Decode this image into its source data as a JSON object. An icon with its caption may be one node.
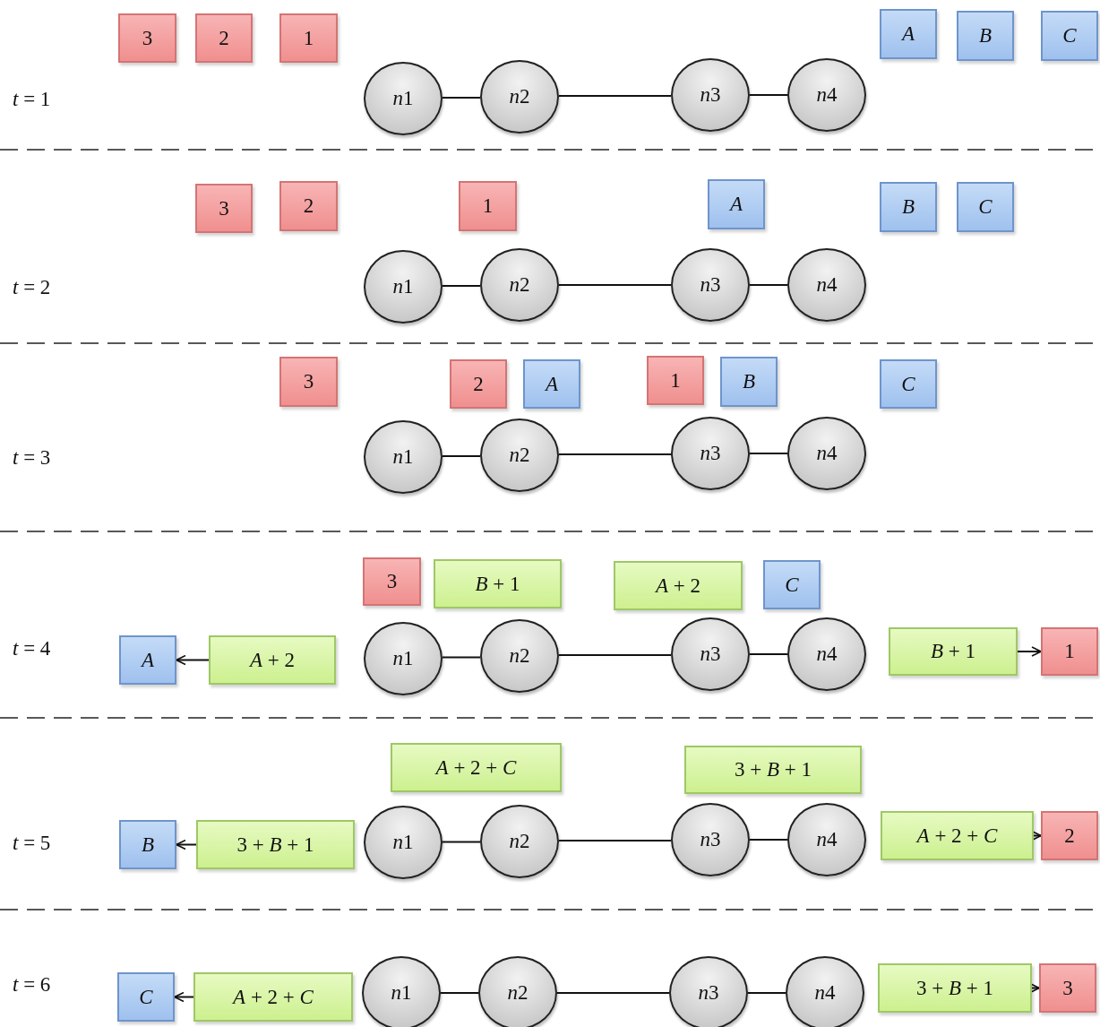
{
  "diagram": {
    "nodes": [
      {
        "text": [
          "3"
        ]
      },
      {
        "text": [
          "2"
        ]
      },
      {
        "text": [
          "1"
        ]
      },
      {
        "text": [
          "A"
        ]
      },
      {
        "text": [
          "B"
        ]
      },
      {
        "text": [
          "C"
        ]
      },
      {
        "text": [
          "n1"
        ]
      },
      {
        "text": [
          "n2"
        ]
      },
      {
        "text": [
          "n3"
        ]
      },
      {
        "text": [
          "n4"
        ]
      },
      {
        "text": [
          "3"
        ]
      },
      {
        "text": [
          "2"
        ]
      },
      {
        "text": [
          "1"
        ]
      },
      {
        "text": [
          "A"
        ]
      },
      {
        "text": [
          "B"
        ]
      },
      {
        "text": [
          "C"
        ]
      },
      {
        "text": [
          "n1"
        ]
      },
      {
        "text": [
          "n2"
        ]
      },
      {
        "text": [
          "n3"
        ]
      },
      {
        "text": [
          "n4"
        ]
      },
      {
        "text": [
          "3"
        ]
      },
      {
        "text": [
          "2"
        ]
      },
      {
        "text": [
          "A"
        ]
      },
      {
        "text": [
          "1"
        ]
      },
      {
        "text": [
          "B"
        ]
      },
      {
        "text": [
          "C"
        ]
      },
      {
        "text": [
          "n1"
        ]
      },
      {
        "text": [
          "n2"
        ]
      },
      {
        "text": [
          "n3"
        ]
      },
      {
        "text": [
          "n4"
        ]
      },
      {
        "text": [
          "3"
        ]
      },
      {
        "text": [
          "B + 1"
        ]
      },
      {
        "text": [
          "A + 2"
        ]
      },
      {
        "text": [
          "C"
        ]
      },
      {
        "text": [
          "A"
        ]
      },
      {
        "text": [
          "A + 2"
        ]
      },
      {
        "text": [
          "n1"
        ]
      },
      {
        "text": [
          "n2"
        ]
      },
      {
        "text": [
          "n3"
        ]
      },
      {
        "text": [
          "n4"
        ]
      },
      {
        "text": [
          "B + 1"
        ]
      },
      {
        "text": [
          "1"
        ]
      },
      {
        "text": [
          "A + 2 + C"
        ]
      },
      {
        "text": [
          "3 + B + 1"
        ]
      },
      {
        "text": [
          "B"
        ]
      },
      {
        "text": [
          "3 + B + 1"
        ]
      },
      {
        "text": [
          "n1"
        ]
      },
      {
        "text": [
          "n2"
        ]
      },
      {
        "text": [
          "n3"
        ]
      },
      {
        "text": [
          "n4"
        ]
      },
      {
        "text": [
          "A + 2 + C"
        ]
      },
      {
        "text": [
          "2"
        ]
      },
      {
        "text": [
          "C"
        ]
      },
      {
        "text": [
          "A + 2 + C"
        ]
      },
      {
        "text": [
          "n1"
        ]
      },
      {
        "text": [
          "n2"
        ]
      },
      {
        "text": [
          "n3"
        ]
      },
      {
        "text": [
          "n4"
        ]
      },
      {
        "text": [
          "3 + B + 1"
        ]
      },
      {
        "text": [
          "3"
        ]
      }
    ],
    "edges": [
      {
        "from": 6,
        "to": 7,
        "arrow": "none"
      },
      {
        "from": 7,
        "to": 8,
        "arrow": "none"
      },
      {
        "from": 8,
        "to": 9,
        "arrow": "none"
      },
      {
        "from": 16,
        "to": 17,
        "arrow": "none"
      },
      {
        "from": 17,
        "to": 18,
        "arrow": "none"
      },
      {
        "from": 18,
        "to": 19,
        "arrow": "none"
      },
      {
        "from": 26,
        "to": 27,
        "arrow": "none"
      },
      {
        "from": 27,
        "to": 28,
        "arrow": "none"
      },
      {
        "from": 28,
        "to": 29,
        "arrow": "none"
      },
      {
        "from": 35,
        "to": 34,
        "arrow": "to"
      },
      {
        "from": 36,
        "to": 37,
        "arrow": "none"
      },
      {
        "from": 37,
        "to": 38,
        "arrow": "none"
      },
      {
        "from": 38,
        "to": 39,
        "arrow": "none"
      },
      {
        "from": 40,
        "to": 41,
        "arrow": "to"
      },
      {
        "from": 45,
        "to": 44,
        "arrow": "to"
      },
      {
        "from": 46,
        "to": 47,
        "arrow": "none"
      },
      {
        "from": 47,
        "to": 48,
        "arrow": "none"
      },
      {
        "from": 48,
        "to": 49,
        "arrow": "none"
      },
      {
        "from": 50,
        "to": 51,
        "arrow": "to"
      },
      {
        "from": 53,
        "to": 52,
        "arrow": "to"
      },
      {
        "from": 54,
        "to": 55,
        "arrow": "none"
      },
      {
        "from": 55,
        "to": 56,
        "arrow": "none"
      },
      {
        "from": 56,
        "to": 57,
        "arrow": "none"
      },
      {
        "from": 58,
        "to": 59,
        "arrow": "to"
      }
    ],
    "labels": [
      "t = 1",
      "t = 2",
      "t = 3",
      "t = 4",
      "t = 5",
      "t = 6"
    ]
  }
}
